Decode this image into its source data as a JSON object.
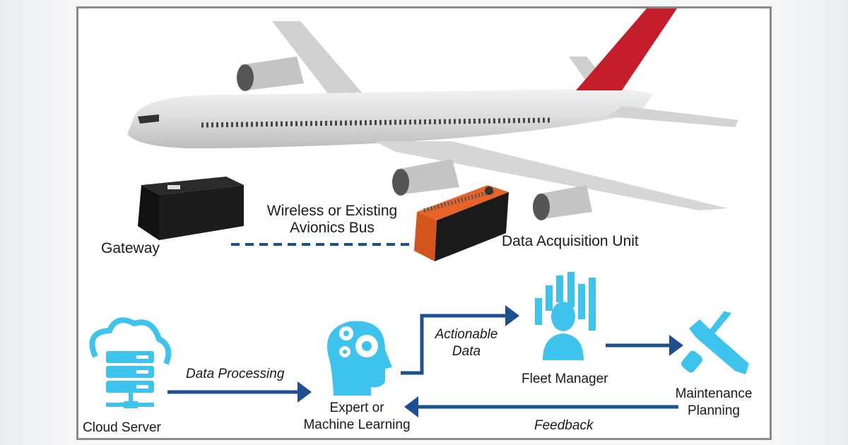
{
  "labels": {
    "gateway": "Gateway",
    "bus_line1": "Wireless or Existing",
    "bus_line2": "Avionics Bus",
    "dau": "Data Acquisition Unit",
    "cloud_server": "Cloud Server",
    "data_processing": "Data Processing",
    "expert_line1": "Expert or",
    "expert_line2": "Machine Learning",
    "actionable_line1": "Actionable",
    "actionable_line2": "Data",
    "fleet_manager": "Fleet Manager",
    "maintenance_line1": "Maintenance",
    "maintenance_line2": "Planning",
    "feedback": "Feedback"
  },
  "colors": {
    "icon": "#3ec3ec",
    "arrow": "#1d4f91",
    "tail": "#c41e2a",
    "dau": "#e8632a",
    "frame": "#8a8a8a"
  }
}
